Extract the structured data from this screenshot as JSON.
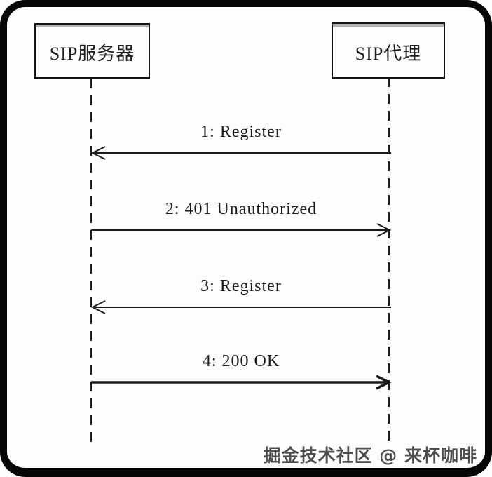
{
  "diagram": {
    "type": "sequence",
    "actors": [
      {
        "label": "SIP服务器"
      },
      {
        "label": "SIP代理"
      }
    ],
    "messages": [
      {
        "label": "1: Register",
        "direction": "right-to-left",
        "weight": "thin"
      },
      {
        "label": "2: 401 Unauthorized",
        "direction": "left-to-right",
        "weight": "thin"
      },
      {
        "label": "3: Register",
        "direction": "right-to-left",
        "weight": "thin"
      },
      {
        "label": "4: 200 OK",
        "direction": "left-to-right",
        "weight": "bold"
      }
    ]
  },
  "watermark": {
    "text": "掘金技术社区 @ 来杯咖啡"
  },
  "colors": {
    "line": "#1b1b1b",
    "frame": "#060606",
    "box_border": "#141414",
    "box_sheen": "#b2b2b2",
    "watermark_text": "#4e4e4e",
    "background": "#fdfdfd"
  }
}
